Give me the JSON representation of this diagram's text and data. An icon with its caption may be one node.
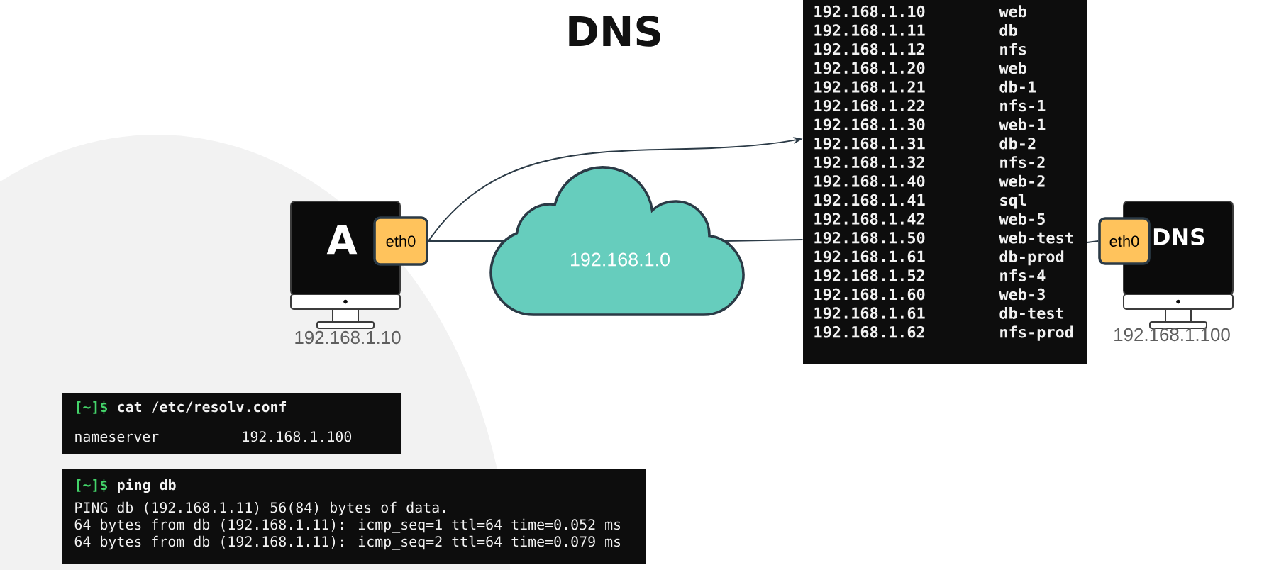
{
  "diagram": {
    "title": "DNS",
    "nodes": [
      {
        "text": [
          "A"
        ],
        "beside": [
          "192.168.1.10"
        ]
      },
      {
        "text": [
          "eth0"
        ]
      },
      {
        "text": [
          "192.168.1.0"
        ]
      },
      {
        "text": [
          "192.168.1.10",
          "web",
          "192.168.1.11",
          "db",
          "192.168.1.12",
          "nfs",
          "192.168.1.20",
          "web",
          "192.168.1.21",
          "db-1",
          "192.168.1.22",
          "nfs-1",
          "192.168.1.30",
          "web-1",
          "192.168.1.31",
          "db-2",
          "192.168.1.32",
          "nfs-2",
          "192.168.1.40",
          "web-2",
          "192.168.1.41",
          "sql",
          "192.168.1.42",
          "web-5",
          "192.168.1.50",
          "web-test",
          "192.168.1.61",
          "db-prod",
          "192.168.1.52",
          "nfs-4",
          "192.168.1.60",
          "web-3",
          "192.168.1.61",
          "db-test",
          "192.168.1.62",
          "nfs-prod"
        ]
      },
      {
        "text": [
          "DNS"
        ],
        "beside": [
          "192.168.1.100"
        ]
      },
      {
        "text": [
          "eth0"
        ]
      },
      {
        "text": [
          "[~]$",
          "cat /etc/resolv.conf",
          "nameserver",
          "192.168.1.100"
        ]
      },
      {
        "text": [
          "[~]$",
          "ping db",
          "PING db (192.168.1.11) 56(84) bytes of data.",
          "64 bytes from db (192.168.1.11): icmp_seq=1 ttl=64 time=0.052 ms",
          "64 bytes from db (192.168.1.11): icmp_seq=2 ttl=64 time=0.079 ms"
        ]
      }
    ],
    "edges": [
      {
        "from": 1,
        "to": 2,
        "arrow": "none"
      },
      {
        "from": 1,
        "to": 3,
        "arrow": "to"
      },
      {
        "from": 2,
        "to": 3,
        "arrow": "none"
      },
      {
        "from": 3,
        "to": 5,
        "arrow": "none"
      }
    ]
  }
}
